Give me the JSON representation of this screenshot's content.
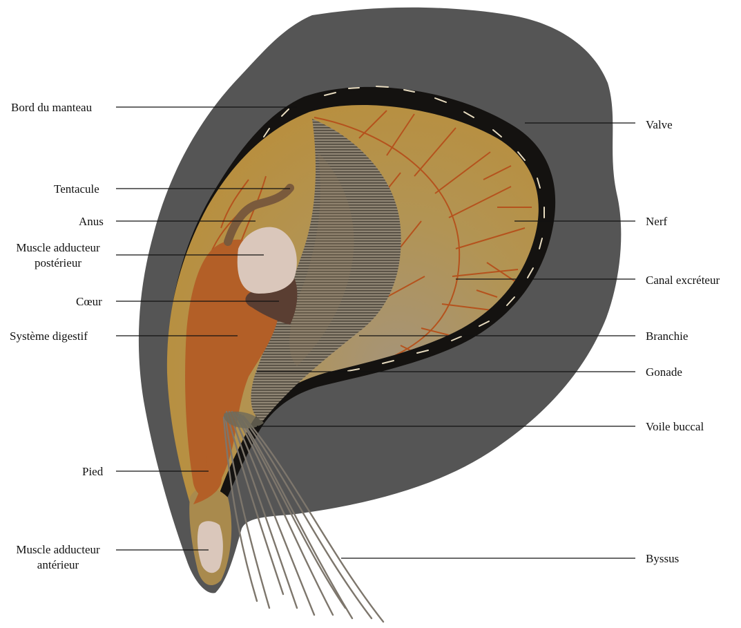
{
  "labels_left": {
    "bord_du_manteau": "Bord du manteau",
    "tentacule": "Tentacule",
    "anus": "Anus",
    "muscle_posterieur_line1": "Muscle adducteur",
    "muscle_posterieur_line2": "postérieur",
    "coeur": "Cœur",
    "systeme_digestif": "Système digestif",
    "pied": "Pied",
    "muscle_anterieur_line1": "Muscle adducteur",
    "muscle_anterieur_line2": "antérieur"
  },
  "labels_right": {
    "valve": "Valve",
    "nerf": "Nerf",
    "canal_excreteur": "Canal excréteur",
    "branchie": "Branchie",
    "gonade": "Gonade",
    "voile_buccal": "Voile buccal",
    "byssus": "Byssus"
  },
  "colors": {
    "shell": "#555555",
    "mantle_edge": "#141210",
    "mantle": "#b08d4e",
    "digestive": "#b35f27",
    "muscle": "#dac7bb",
    "heart": "#5a3e32",
    "nerve": "#b5521d",
    "gill": "#5e5548",
    "byssus": "#7d766c"
  }
}
